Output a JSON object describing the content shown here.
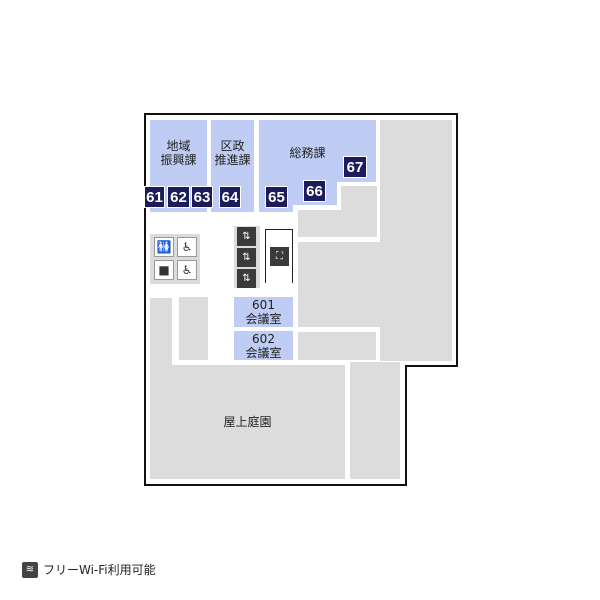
{
  "rooms": {
    "chiiki": "地域\n振興課",
    "kusei": "区政\n推進課",
    "somu": "総務課",
    "r601": "601\n会議室",
    "r602": "602\n会議室",
    "garden": "屋上庭園"
  },
  "badges": [
    "61",
    "62",
    "63",
    "64",
    "65",
    "66",
    "67"
  ],
  "footer": {
    "wifi_label": "フリーWi-Fi利用可能"
  },
  "colors": {
    "office": "#bfcdf5",
    "common": "#dcdcdc",
    "badge": "#1c1c5c"
  }
}
